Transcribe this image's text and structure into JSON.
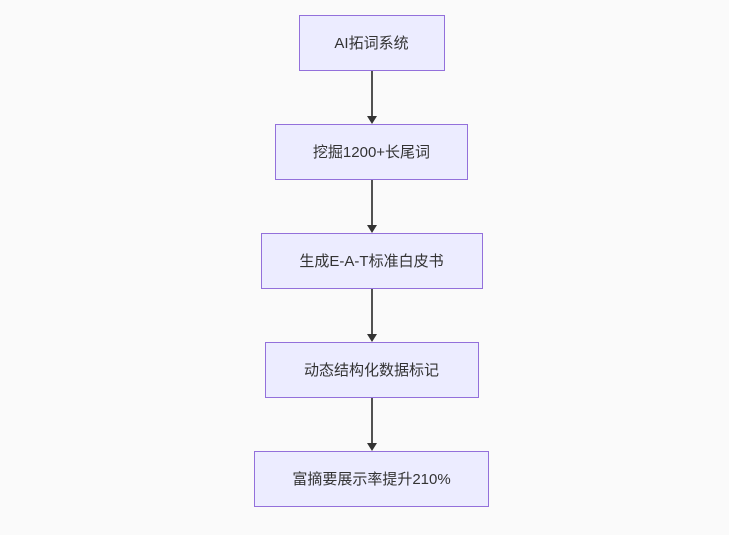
{
  "colors": {
    "background": "#fafafa",
    "node_fill": "#ececff",
    "node_border": "#9370db",
    "text": "#333333",
    "arrow": "#333333"
  },
  "diagram": {
    "type": "flowchart",
    "direction": "top-down",
    "nodes": [
      {
        "label": "AI拓词系统"
      },
      {
        "label": "挖掘1200+长尾词"
      },
      {
        "label": "生成E-A-T标准白皮书"
      },
      {
        "label": "动态结构化数据标记"
      },
      {
        "label": "富摘要展示率提升210%"
      }
    ],
    "edges": [
      {
        "from": 0,
        "to": 1,
        "style": "solid-arrow"
      },
      {
        "from": 1,
        "to": 2,
        "style": "solid-arrow"
      },
      {
        "from": 2,
        "to": 3,
        "style": "solid-arrow"
      },
      {
        "from": 3,
        "to": 4,
        "style": "solid-arrow"
      }
    ]
  }
}
